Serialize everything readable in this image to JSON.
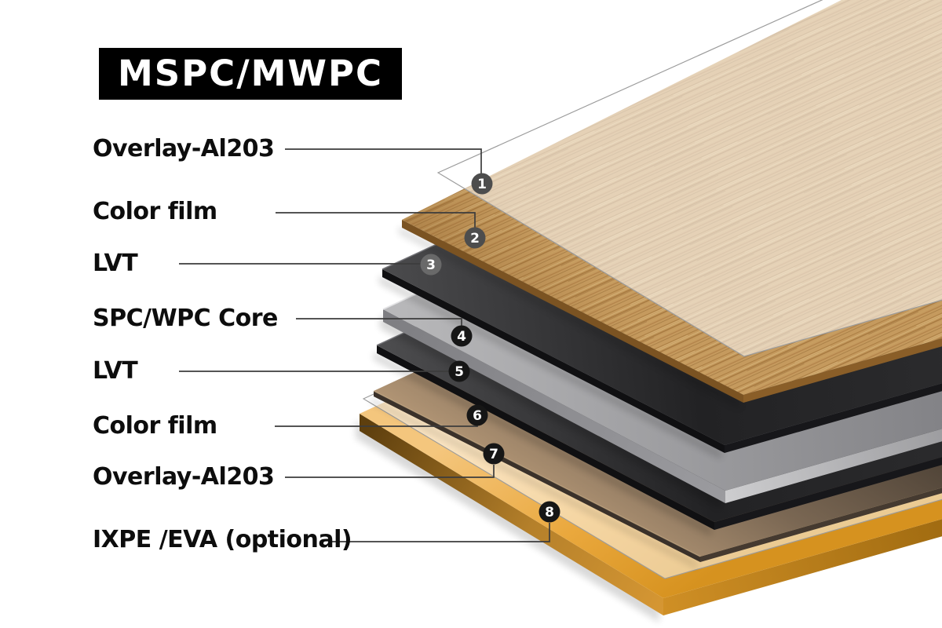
{
  "title": "MSPC/MWPC",
  "layers": [
    {
      "num": "1",
      "label": "Overlay-Al203"
    },
    {
      "num": "2",
      "label": "Color film"
    },
    {
      "num": "3",
      "label": "LVT"
    },
    {
      "num": "4",
      "label": "SPC/WPC Core"
    },
    {
      "num": "5",
      "label": "LVT"
    },
    {
      "num": "6",
      "label": "Color film"
    },
    {
      "num": "7",
      "label": "Overlay-Al203"
    },
    {
      "num": "8",
      "label": "IXPE /EVA (optional)"
    }
  ],
  "colors": {
    "title_bg": "#000000",
    "title_fg": "#ffffff",
    "label_fg": "#0d0d0d",
    "connector_line": "#3c3c3c",
    "marker_dark": "#161616",
    "marker_gray": "#4d4d4d",
    "marker_light": "#6e6e6e",
    "wood_base": "#c59a5e",
    "wood_streak": "#9e7036",
    "wood_edge": "#7b5322",
    "lvt_dark": "#222224",
    "core_gray": "#b9b9bb",
    "film_brown": "#7a6753",
    "ixpe_orange": "#eaa83d",
    "overlay_outline": "#9b9b9b"
  }
}
